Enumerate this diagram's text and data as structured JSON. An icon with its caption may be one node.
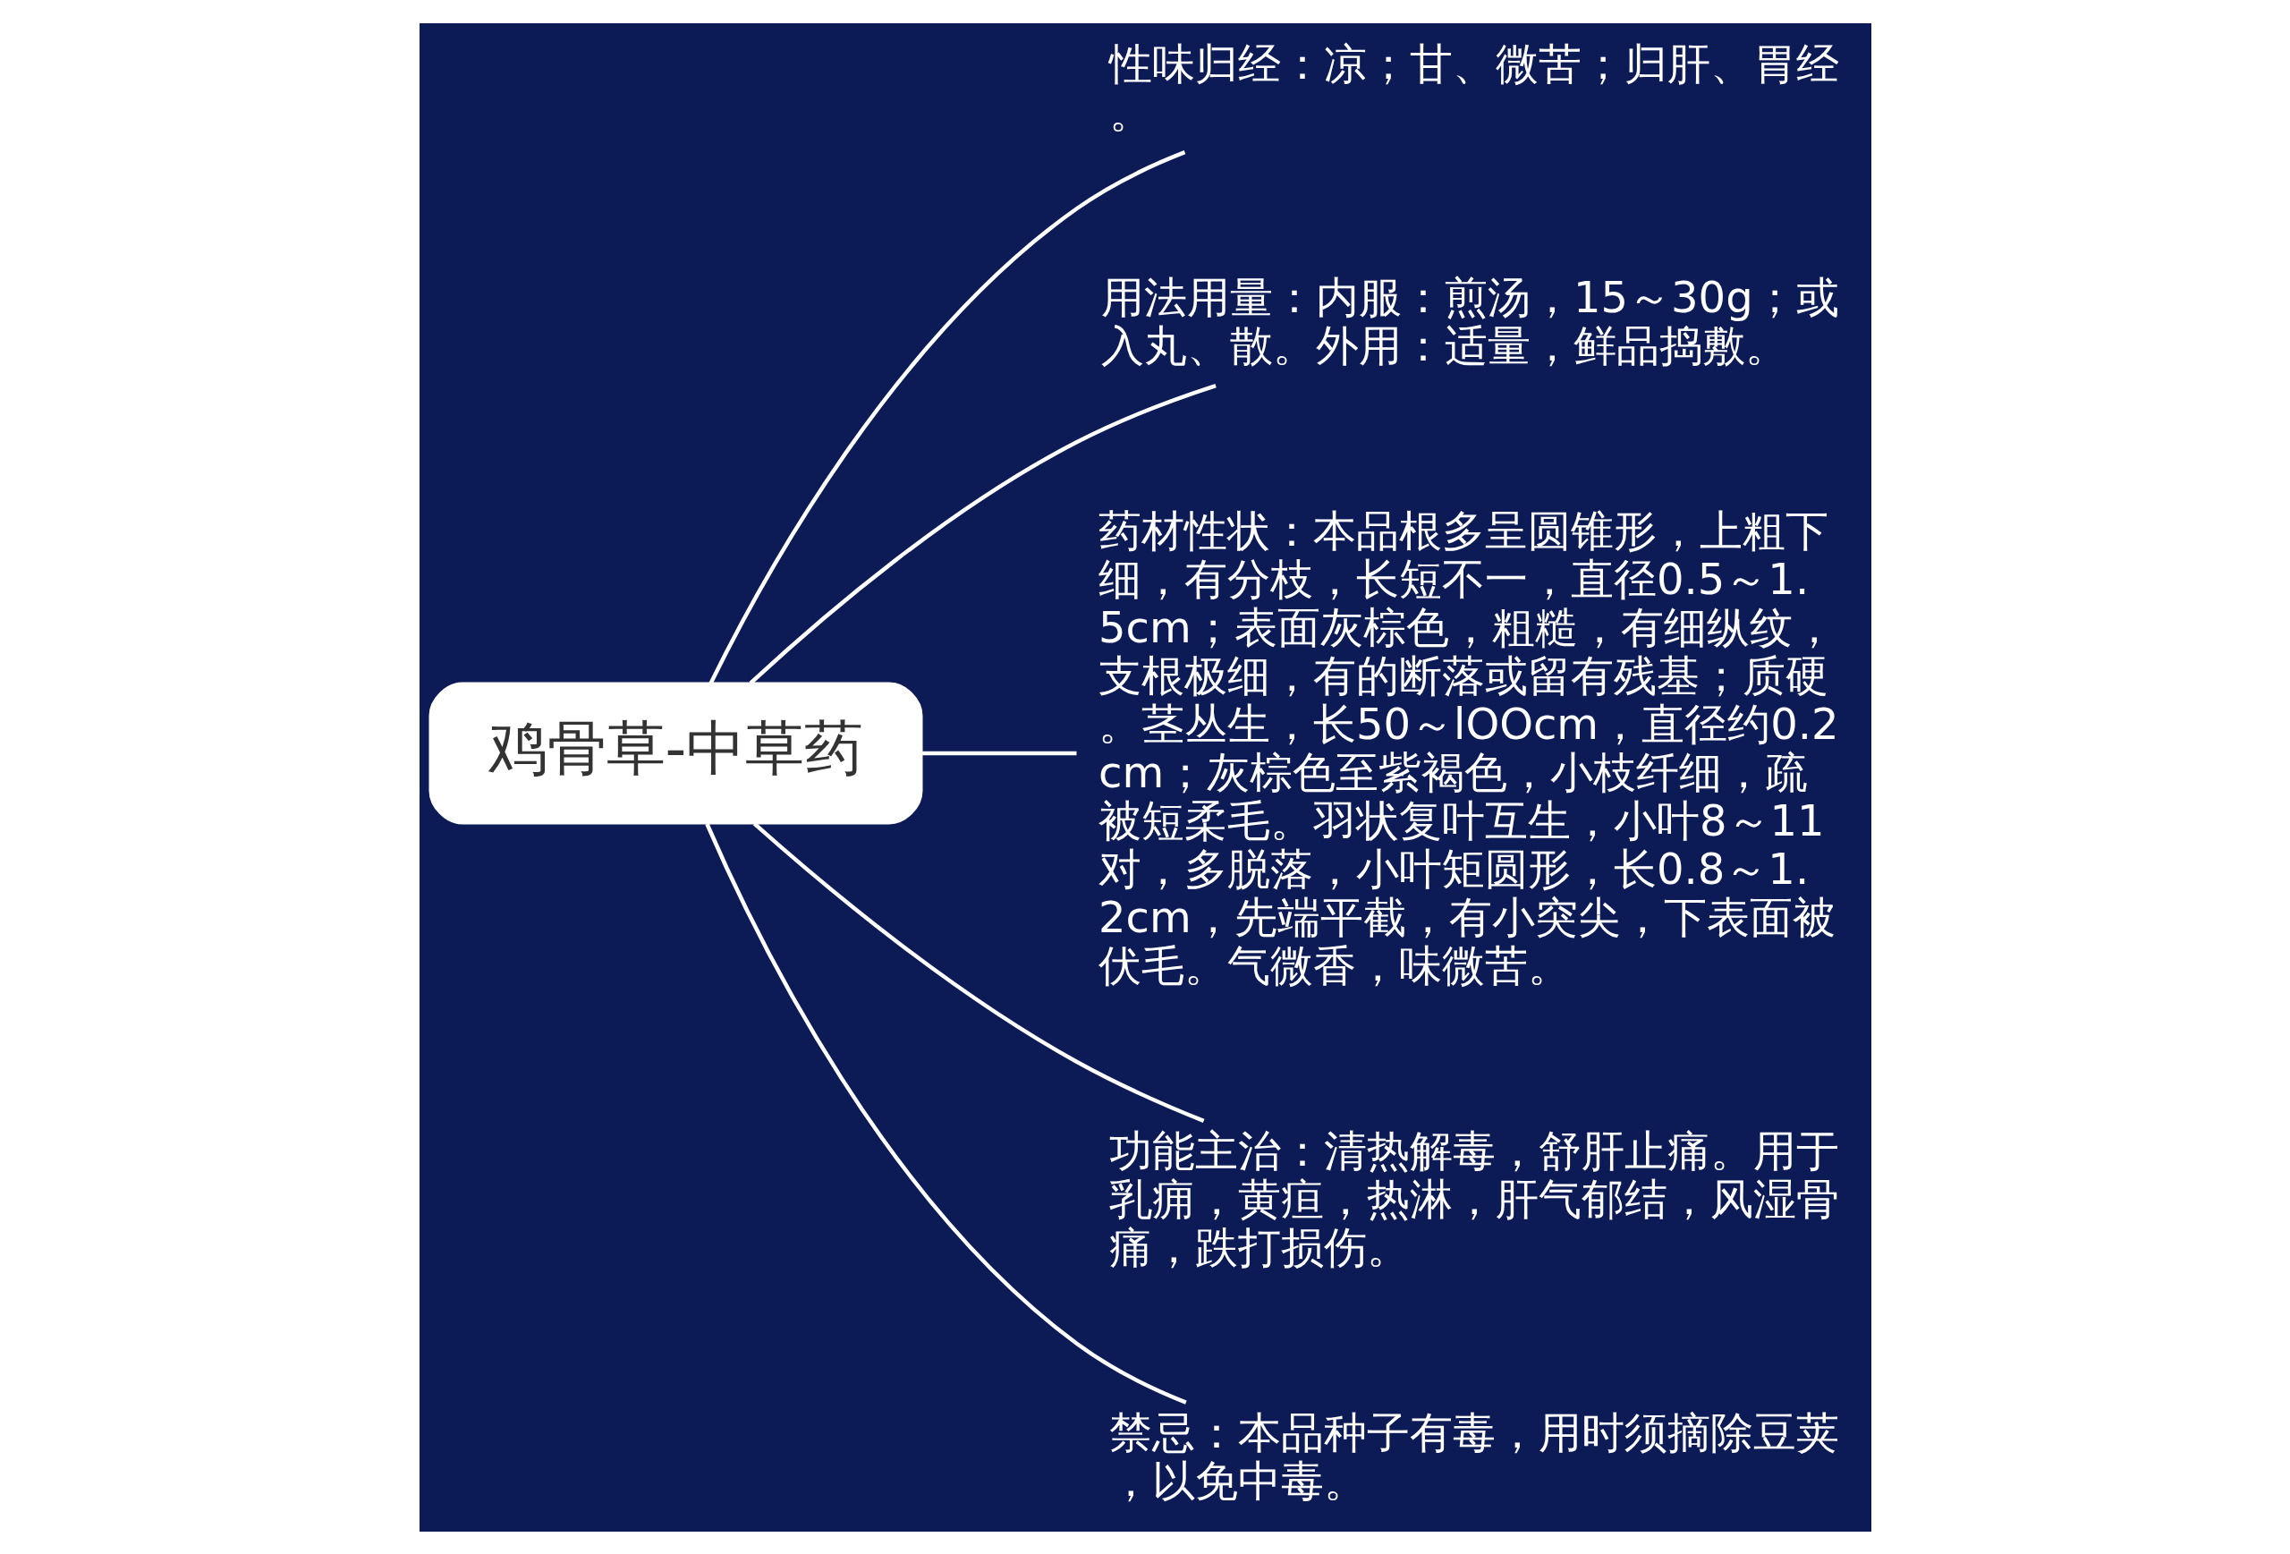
{
  "diagram": {
    "nodes": [
      {
        "text": [
          "鸡骨草-中草药"
        ]
      },
      {
        "text": [
          "性味归经：凉；甘、微苦；归肝、胃经。"
        ]
      },
      {
        "text": [
          "用法用量：内服：煎汤，15～30g；或入丸、散。外用：适量，鲜品捣敷。"
        ]
      },
      {
        "text": [
          "药材性状：本品根多呈圆锥形，上粗下细，有分枝，长短不一，直径0.5～1.5cm；表面灰棕色，粗糙，有细纵纹，支根极细，有的断落或留有残基；质硬。茎丛生，长50～lOOcm，直径约0.2cm；灰棕色至紫褐色，小枝纤细，疏被短柔毛。羽状复叶互生，小叶8～11对，多脱落，小叶矩圆形，长0.8～1.2cm，先端平截，有小突尖，下表面被伏毛。气微香，味微苦。"
        ]
      },
      {
        "text": [
          "功能主治：清热解毒，舒肝止痛。用于乳痈，黄疸，热淋，肝气郁结，风湿骨痛，跌打损伤。"
        ]
      },
      {
        "text": [
          "禁忌：本品种子有毒，用时须摘除豆荚，以免中毒。"
        ]
      }
    ],
    "edges": [
      {
        "from": 0,
        "to": 1,
        "arrow": "none"
      },
      {
        "from": 0,
        "to": 2,
        "arrow": "none"
      },
      {
        "from": 0,
        "to": 3,
        "arrow": "none"
      },
      {
        "from": 0,
        "to": 4,
        "arrow": "none"
      },
      {
        "from": 0,
        "to": 5,
        "arrow": "none"
      }
    ]
  }
}
